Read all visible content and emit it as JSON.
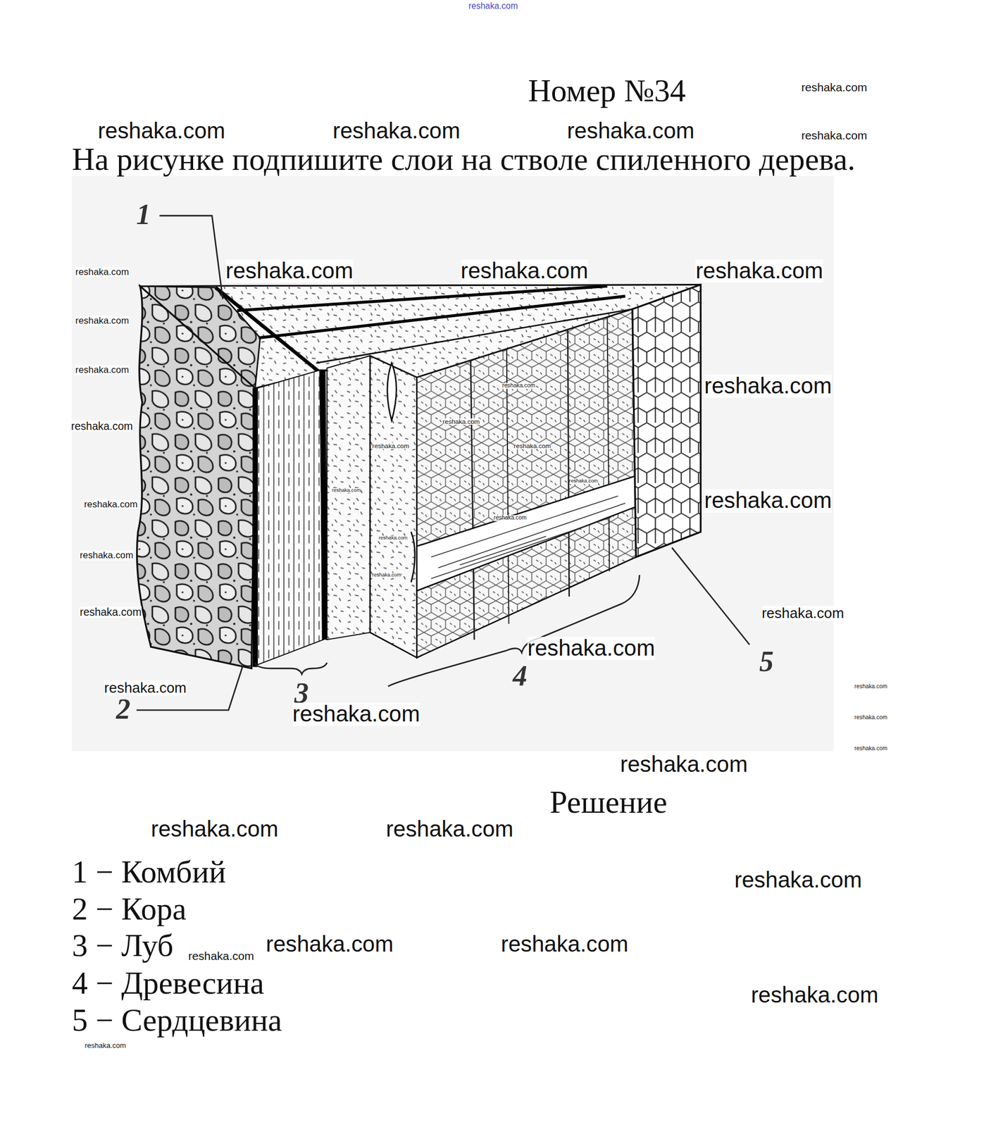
{
  "diagram": {
    "title": "Номер №34",
    "labels": [
      "reshaka.com",
      "reshaka.com",
      "reshaka.com",
      "reshaka.com",
      "reshaka.com",
      "reshaka.com",
      "На рисунке подпишите слои на стволе спиленного дерева.",
      "1",
      "reshaka.com",
      "reshaka.com",
      "reshaka.com",
      "reshaka.com",
      "reshaka.com",
      "reshaka.com",
      "reshaka.com",
      "reshaka.com",
      "reshaka.com",
      "reshaka.com",
      "reshaka.com",
      "reshaka.com",
      "reshaka.com",
      "reshaka.com",
      "reshaka.com",
      "reshaka.com",
      "reshaka.com",
      "reshaka.com",
      "reshaka.com",
      "reshaka.com",
      "reshaka.com",
      "reshaka.com",
      "reshaka.com",
      "5",
      "4",
      "reshaka.com",
      "reshaka.com",
      "3",
      "2",
      "reshaka.com",
      "reshaka.com",
      "reshaka.com",
      "reshaka.com",
      "Решение",
      "reshaka.com",
      "reshaka.com",
      "1 − Комбий",
      "reshaka.com",
      "2 − Кора",
      "3 − Луб",
      "reshaka.com",
      "reshaka.com",
      "reshaka.com",
      "4 − Древесина",
      "reshaka.com",
      "5 − Сердцевина",
      "reshaka.com"
    ]
  }
}
